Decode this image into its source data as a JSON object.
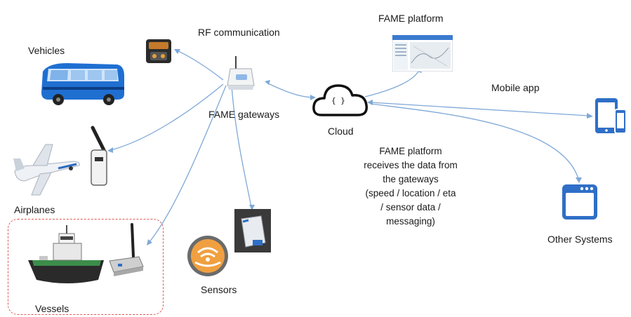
{
  "labels": {
    "rf_communication": "RF communication",
    "fame_platform": "FAME platform",
    "mobile_app": "Mobile app",
    "vehicles": "Vehicles",
    "fame_gateways": "FAME gateways",
    "cloud": "Cloud",
    "cloud_symbol": "{ }",
    "airplanes": "Airplanes",
    "vessels": "Vessels",
    "sensors": "Sensors",
    "other_systems": "Other Systems"
  },
  "description": {
    "lines": [
      "FAME platform",
      "receives the data from",
      "the gateways",
      "(speed / location / eta",
      "/ sensor data /",
      "messaging)"
    ]
  },
  "colors": {
    "link": "#7fa8d6",
    "bus": "#1f6fd1",
    "device_blue": "#2f6fc7",
    "vessel_border": "#e05a5a",
    "sensor_orange": "#e58a2e"
  },
  "icons": {
    "vehicles": "bus-icon",
    "vehicle_tracker": "vehicle-tracker-icon",
    "gateway": "gateway-router-icon",
    "cloud": "cloud-icon",
    "platform": "platform-screenshot-icon",
    "mobile": "tablet-phone-icon",
    "airplane": "airplane-icon",
    "airplane_tracker": "antenna-device-icon",
    "vessel": "tugboat-icon",
    "vessel_tracker": "marine-gateway-icon",
    "sensor_badge": "wireless-sensor-icon",
    "sensor_device": "sensor-device-icon",
    "other_systems": "application-window-icon"
  }
}
